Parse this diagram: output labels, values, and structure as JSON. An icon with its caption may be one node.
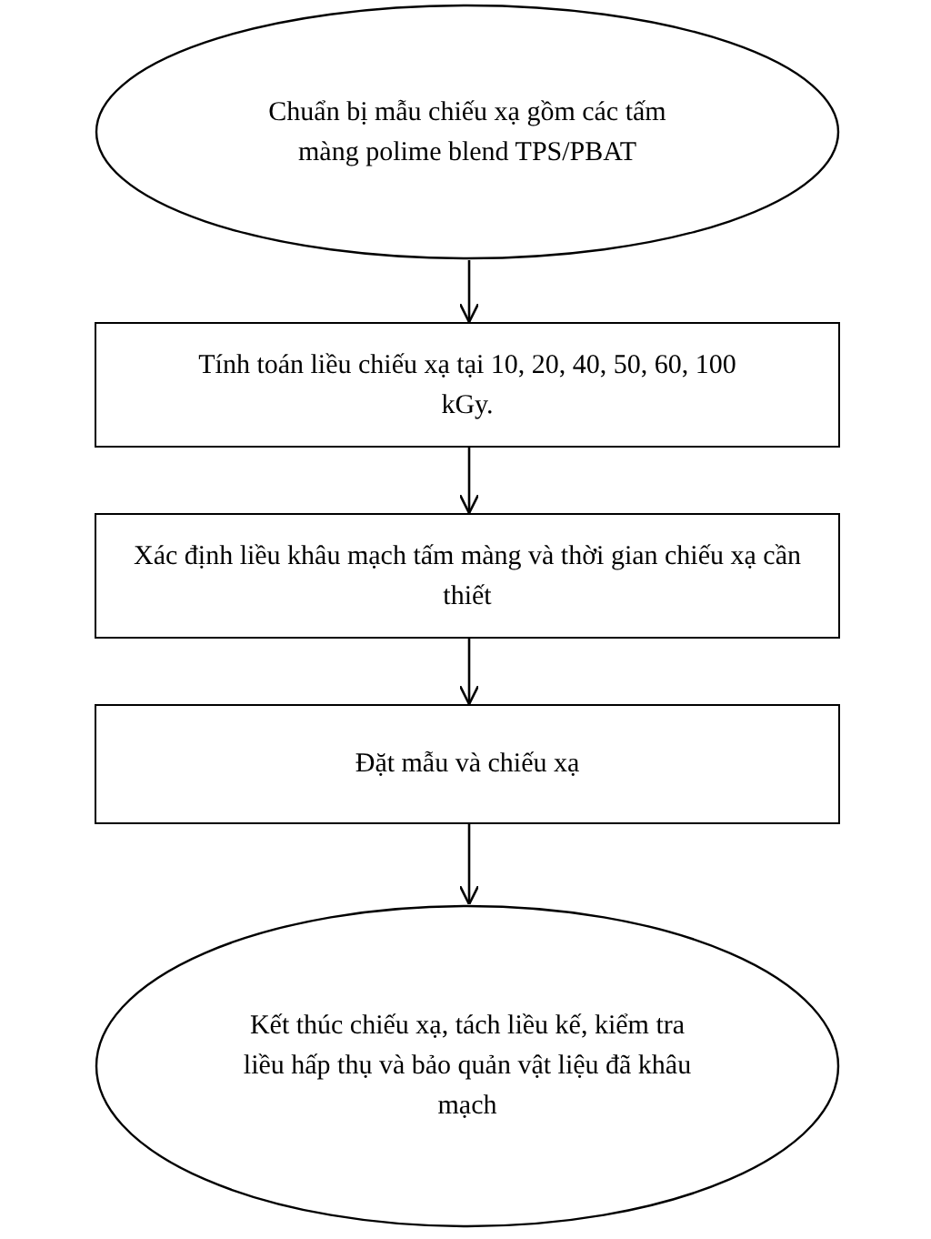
{
  "diagram": {
    "nodes": [
      {
        "text": [
          "Chuẩn bị mẫu chiếu xạ gồm các tấm màng polime blend TPS/PBAT"
        ]
      },
      {
        "text": [
          "Tính toán liều chiếu xạ tại 10, 20, 40, 50, 60, 100 kGy."
        ]
      },
      {
        "text": [
          "Xác định liều khâu mạch tấm màng và thời gian chiếu xạ cần thiết"
        ]
      },
      {
        "text": [
          "Đặt mẫu và chiếu xạ"
        ]
      },
      {
        "text": [
          "Kết thúc chiếu xạ, tách liều kế, kiểm tra liều hấp thụ và bảo quản vật liệu đã khâu mạch"
        ]
      }
    ],
    "edges": [
      {
        "from": 0,
        "to": 1,
        "arrow": "to"
      },
      {
        "from": 1,
        "to": 2,
        "arrow": "to"
      },
      {
        "from": 2,
        "to": 3,
        "arrow": "to"
      },
      {
        "from": 3,
        "to": 4,
        "arrow": "to"
      }
    ]
  }
}
